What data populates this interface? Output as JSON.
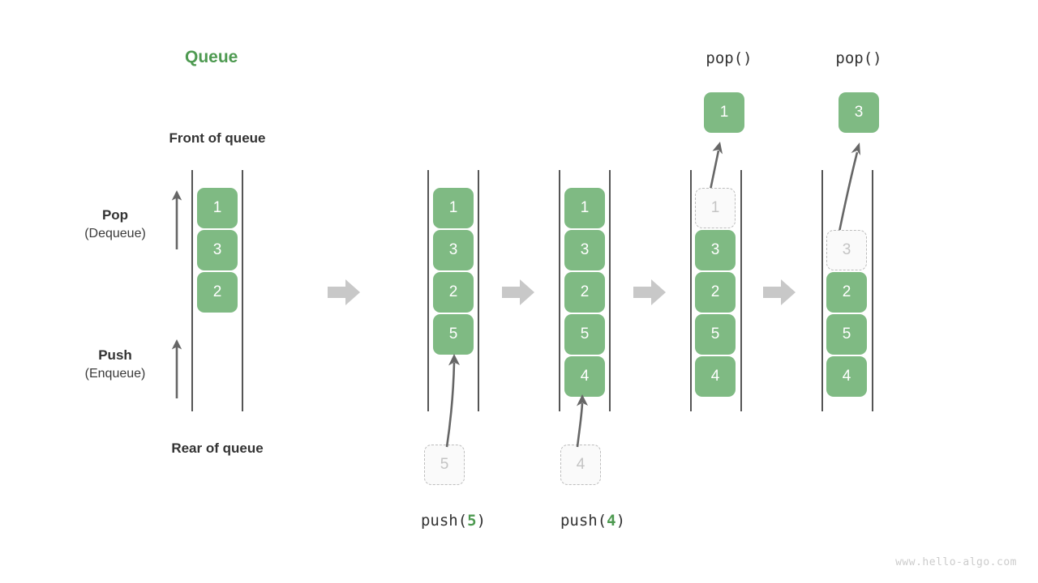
{
  "title": "Queue",
  "labels": {
    "front_of_queue": "Front of queue",
    "rear_of_queue": "Rear of queue",
    "pop_main": "Pop",
    "pop_sub": "(Dequeue)",
    "push_main": "Push",
    "push_sub": "(Enqueue)"
  },
  "watermark": "www.hello-algo.com",
  "colors": {
    "accent_green": "#4e9a51",
    "box_green": "#7fba83",
    "box_text": "#ffffff",
    "ghost_fill": "#fafafa",
    "ghost_border": "#bdbdbd",
    "ghost_text": "#c4c4c4",
    "rail": "#555555",
    "block_arrow": "#c8c8c8",
    "thin_arrow": "#666666",
    "label_text": "#333333",
    "watermark_text": "#cccccc"
  },
  "steps": [
    {
      "id": "initial",
      "caption": "",
      "caption_arg": "",
      "queue": [
        "1",
        "3",
        "2"
      ],
      "ghost_in_queue": null,
      "incoming": null,
      "popped": null
    },
    {
      "id": "push-5",
      "caption_prefix": "push(",
      "caption_arg": "5",
      "caption_suffix": ")",
      "queue": [
        "1",
        "3",
        "2",
        "5"
      ],
      "ghost_in_queue": null,
      "incoming": "5",
      "popped": null
    },
    {
      "id": "push-4",
      "caption_prefix": "push(",
      "caption_arg": "4",
      "caption_suffix": ")",
      "queue": [
        "1",
        "3",
        "2",
        "5",
        "4"
      ],
      "ghost_in_queue": null,
      "incoming": "4",
      "popped": null
    },
    {
      "id": "pop-1",
      "top_caption": "pop()",
      "queue": [
        "3",
        "2",
        "5",
        "4"
      ],
      "ghost_in_queue": "1",
      "incoming": null,
      "popped": "1"
    },
    {
      "id": "pop-3",
      "top_caption": "pop()",
      "queue": [
        "2",
        "5",
        "4"
      ],
      "ghost_in_queue": "3",
      "incoming": null,
      "popped": "3"
    }
  ]
}
